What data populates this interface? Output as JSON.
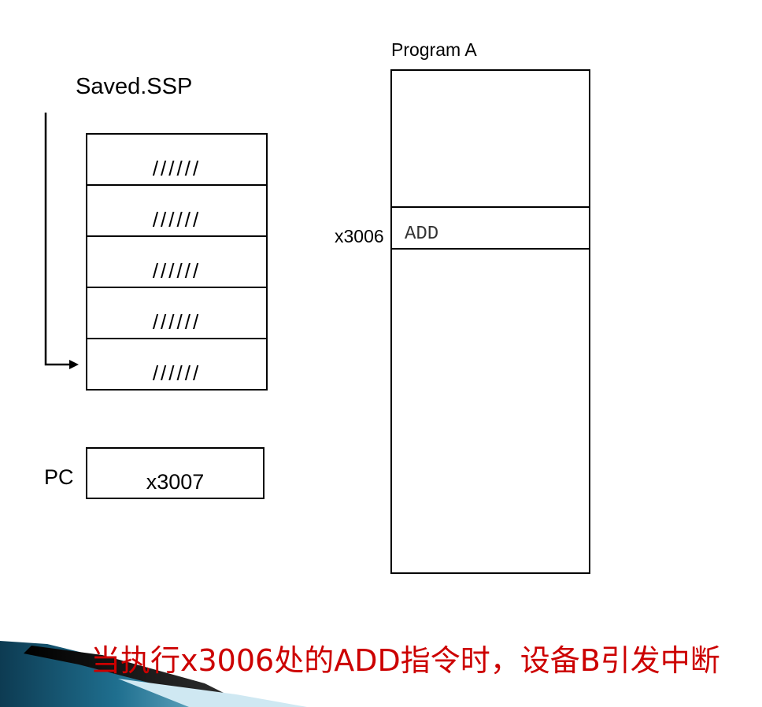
{
  "stack": {
    "label": "Saved.SSP",
    "cells": [
      "//////",
      "//////",
      "//////",
      "//////",
      "//////"
    ]
  },
  "pc": {
    "label": "PC",
    "value": "x3007"
  },
  "program": {
    "title": "Program A",
    "address": "x3006",
    "instruction": "ADD"
  },
  "caption": "当执行x3006处的ADD指令时，设备B引发中断",
  "colors": {
    "caption": "#cc0000",
    "swoosh_dark": "#0d3b52",
    "swoosh_light": "#4aa6c9"
  }
}
